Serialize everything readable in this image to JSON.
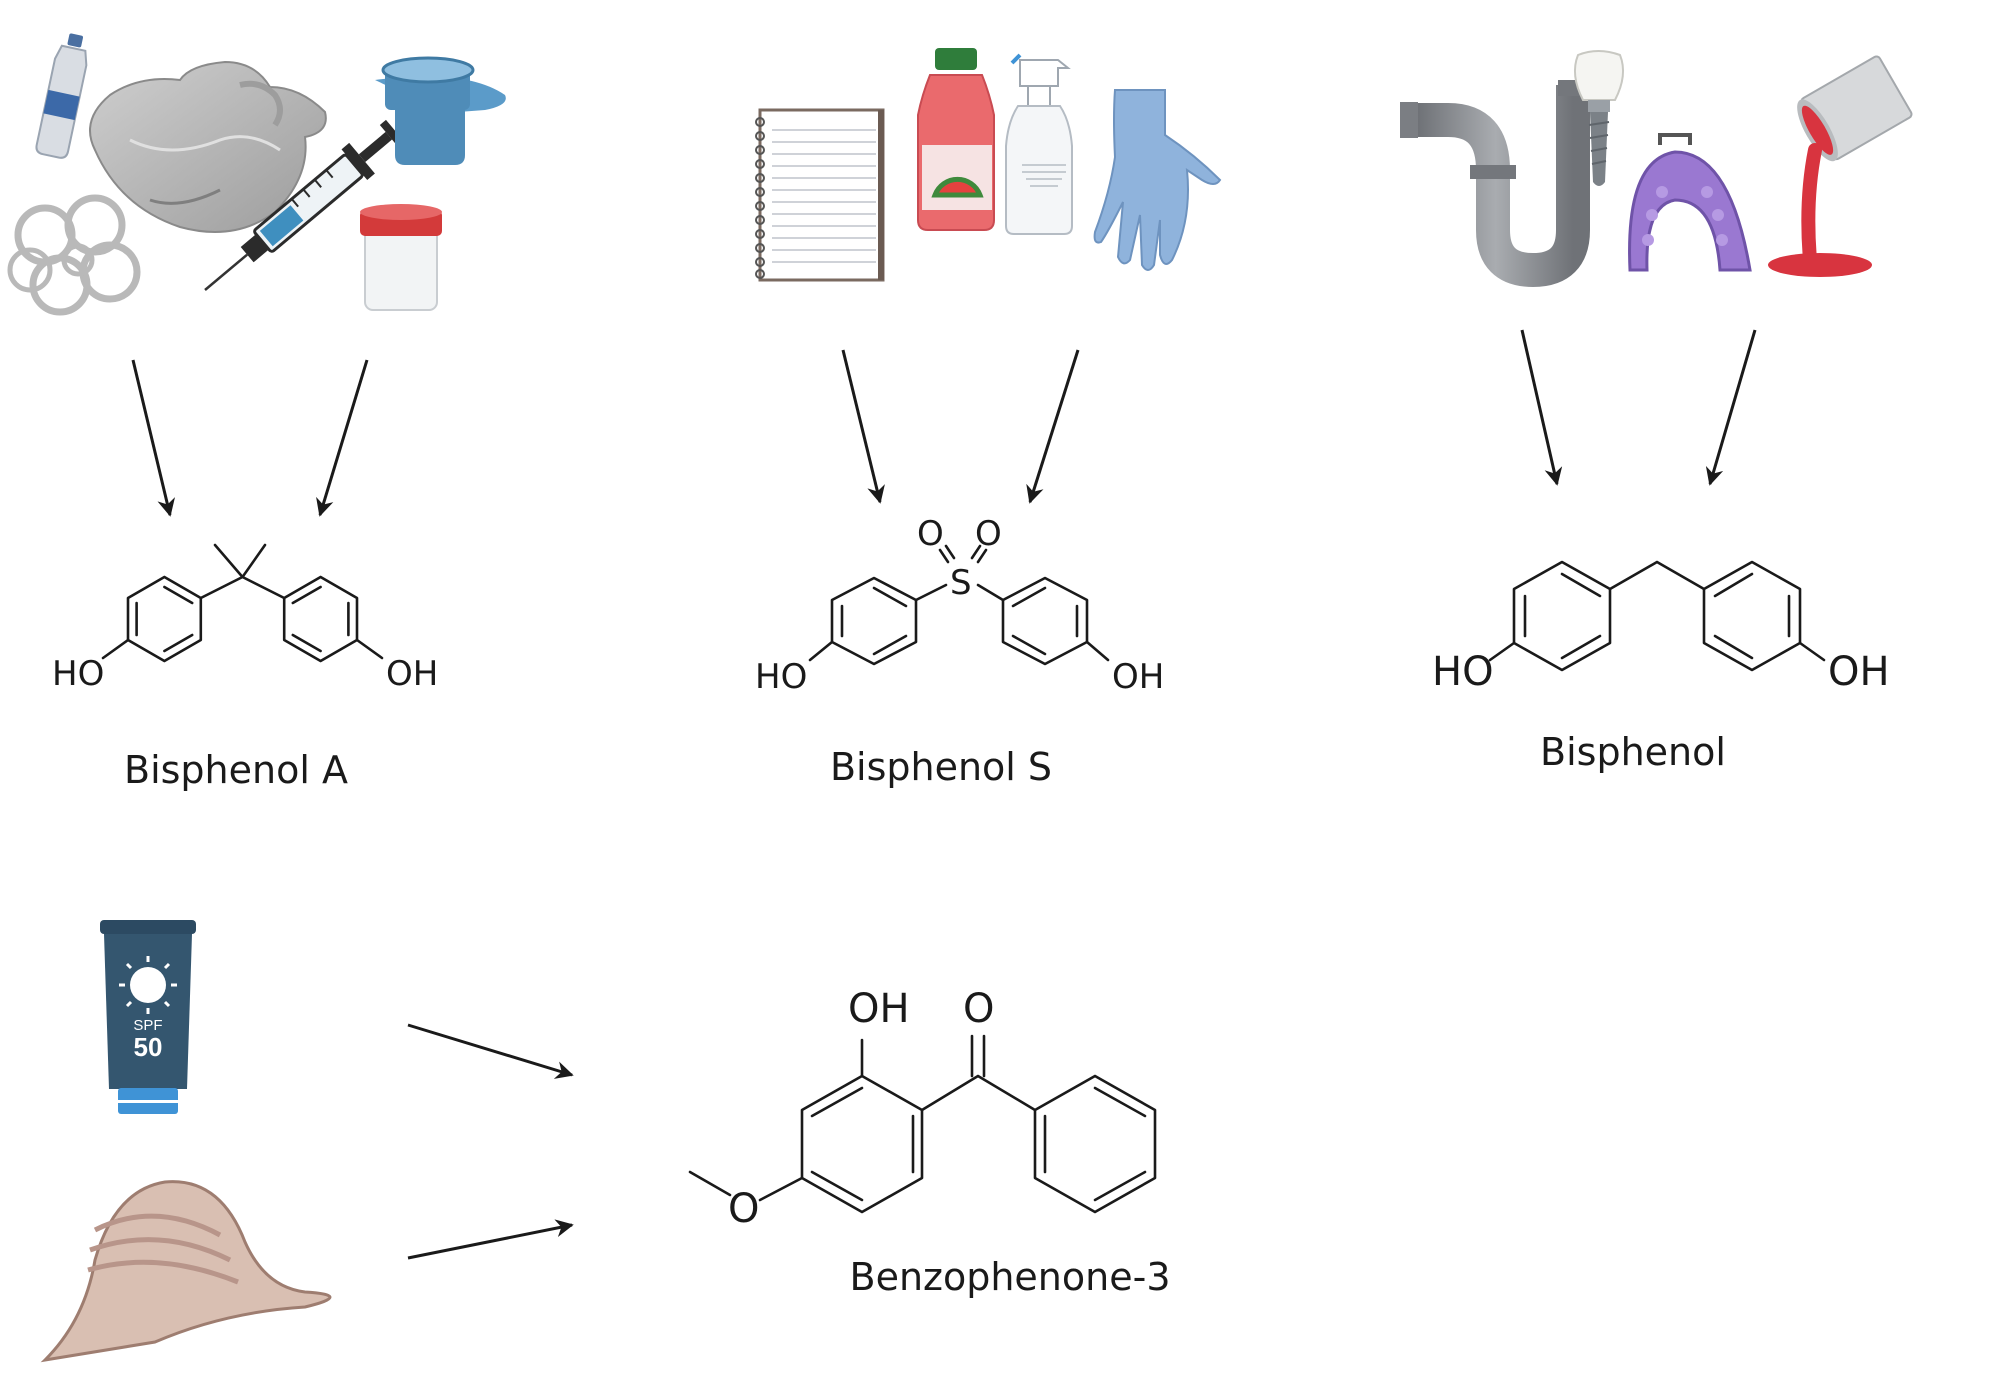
{
  "compounds": {
    "bpa": {
      "name": "Bisphenol A",
      "left_group": "HO",
      "right_group": "OH"
    },
    "bps": {
      "name": "Bisphenol S",
      "left_group": "HO",
      "right_group": "OH",
      "sulfur": "S",
      "oxygen_1": "O",
      "oxygen_2": "O"
    },
    "bpf": {
      "name": "Bisphenol",
      "left_group": "HO",
      "right_group": "OH"
    },
    "bp3": {
      "name": "Benzophenone-3",
      "hydroxyl": "OH",
      "carbonyl_oxygen": "O",
      "ether_oxygen": "O"
    }
  },
  "sources": {
    "sunscreen": {
      "label_top": "SPF",
      "label_number": "50"
    }
  },
  "icons": {
    "bpa_sources": [
      "water-bottle-icon",
      "plastic-bag-icon",
      "six-pack-rings-icon",
      "syringe-icon",
      "container-lid-icon",
      "specimen-jar-icon"
    ],
    "bps_sources": [
      "notebook-icon",
      "juice-bottle-icon",
      "spray-bottle-icon",
      "glove-icon"
    ],
    "bpf_sources": [
      "pipe-icon",
      "dental-implant-icon",
      "dental-tray-icon",
      "paint-can-icon"
    ],
    "bp3_sources": [
      "sunscreen-tube-icon",
      "sun-hat-icon"
    ]
  },
  "colors": {
    "ink": "#1a1a1a",
    "glove_blue": "#8fb3dc",
    "sunscreen_navy": "#34566f",
    "sunscreen_cap": "#3f93d6",
    "paint_red": "#d8343f",
    "tray_purple": "#9a78d1",
    "hat_tan": "#d9bfb2",
    "pipe_gray": "#8f9296",
    "juice_red": "#ea6a6d",
    "lid_blue": "#4f8cb8"
  }
}
